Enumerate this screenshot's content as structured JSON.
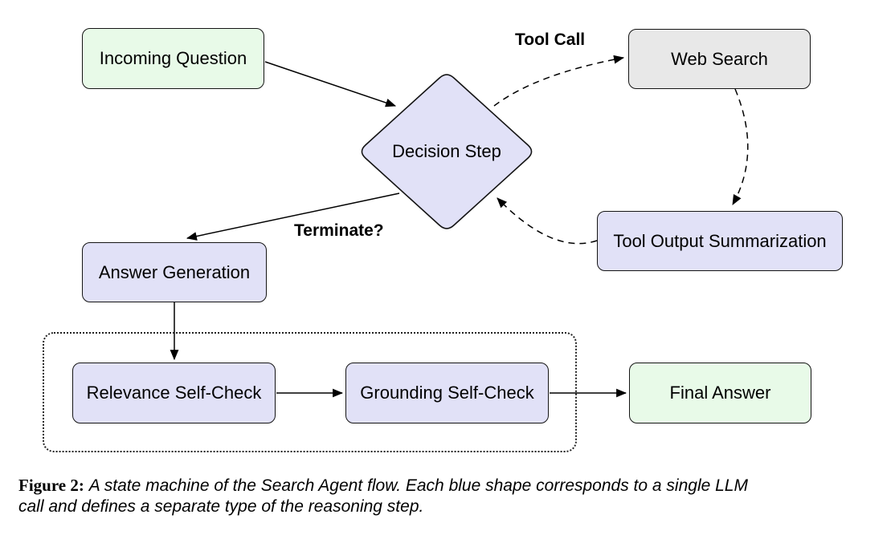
{
  "figure": {
    "nodes": {
      "incoming_question": {
        "label": "Incoming Question",
        "fill": "#e8fae8"
      },
      "decision_step": {
        "label": "Decision Step",
        "fill": "#e1e1f7"
      },
      "web_search": {
        "label": "Web Search",
        "fill": "#e8e8e8"
      },
      "tool_output_summarization": {
        "label": "Tool Output Summarization",
        "fill": "#e1e1f7"
      },
      "answer_generation": {
        "label": "Answer Generation",
        "fill": "#e1e1f7"
      },
      "relevance_self_check": {
        "label": "Relevance Self-Check",
        "fill": "#e1e1f7"
      },
      "grounding_self_check": {
        "label": "Grounding Self-Check",
        "fill": "#e1e1f7"
      },
      "final_answer": {
        "label": "Final Answer",
        "fill": "#e8fae8"
      }
    },
    "edge_labels": {
      "tool_call": "Tool Call",
      "terminate": "Terminate?"
    },
    "colors": {
      "green_fill": "#e8fae8",
      "lavender_fill": "#e1e1f7",
      "gray_fill": "#e8e8e8",
      "border": "#141414",
      "line": "#000000"
    }
  },
  "caption": {
    "label": "Figure 2:",
    "line1": "A state machine of the Search Agent flow. Each blue shape corresponds to a single LLM",
    "line2": "call and defines a separate type of the reasoning step."
  }
}
